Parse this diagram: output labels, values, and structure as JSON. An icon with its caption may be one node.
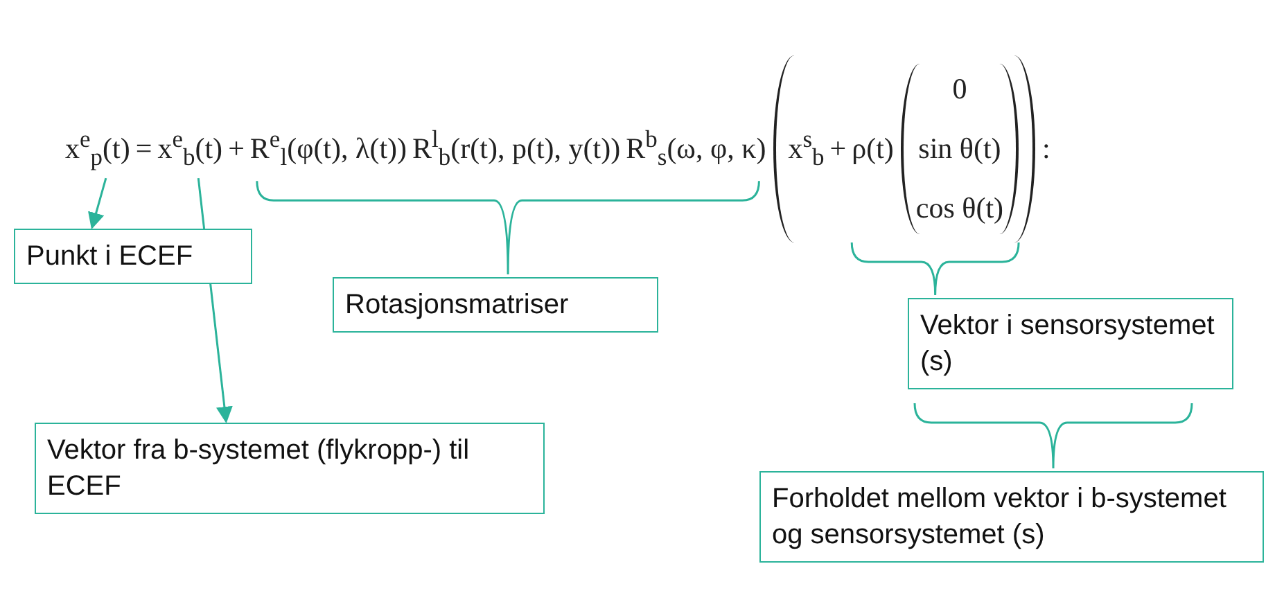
{
  "diagram": {
    "nodes": [
      {
        "text": [
          "x$^{e}$$_{p}$(t)"
        ]
      },
      {
        "text": [
          "x$^{e}$$_{b}$(t)"
        ]
      },
      {
        "text": [
          "Punkt i ECEF"
        ]
      },
      {
        "text": [
          "Rotasjonsmatriser"
        ]
      },
      {
        "text": [
          "Vektor i sensorsystemet (s)"
        ]
      },
      {
        "text": [
          "Vektor fra b-systemet (flykropp-) til ECEF"
        ]
      },
      {
        "text": [
          "Forholdet mellom vektor i b-systemet og sensorsystemet (s)"
        ]
      }
    ],
    "edges": [
      {
        "from": 0,
        "to": 2,
        "arrow": "to"
      },
      {
        "from": 1,
        "to": 5,
        "arrow": "to"
      }
    ],
    "labels": [
      "=",
      "+",
      "R$^{e}$$_{l}$(φ(t), λ(t))",
      "R$^{l}$$_{b}$(r(t), p(t), y(t))",
      "R$^{b}$$_{s}$(ω, φ, κ)",
      "x$^{s}$$_{b}$",
      "+",
      "ρ(t)",
      "0",
      "sin θ(t)",
      "cos θ(t)",
      ":"
    ]
  }
}
